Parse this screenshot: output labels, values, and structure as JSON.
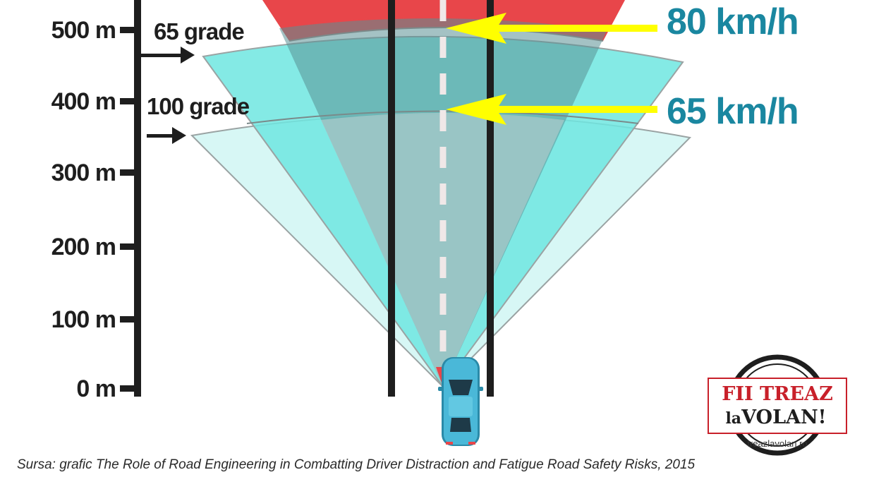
{
  "distance_axis": {
    "ticks": [
      "500 m",
      "400 m",
      "300 m",
      "200 m",
      "100 m",
      "0 m"
    ]
  },
  "view_angles": {
    "narrow": "65 grade",
    "wide": "100 grade"
  },
  "speeds": {
    "fast": "80 km/h",
    "slow": "65 km/h"
  },
  "logo": {
    "line1": "FII TREAZ",
    "line2_prefix": "la",
    "line2_main": "VOLAN!",
    "url": "treazlavolan.ro"
  },
  "source": "Sursa: grafic The Role of Road Engineering in Combatting Driver Distraction and Fatigue Road Safety Risks, 2015",
  "colors": {
    "red_zone": "#e8464a",
    "teal_zone": "#6ee6e0",
    "light_teal_zone": "#bff2ef",
    "speed_text": "#1a87a0",
    "arrow_yellow": "#ffff00",
    "car_body": "#4ab8d8"
  }
}
